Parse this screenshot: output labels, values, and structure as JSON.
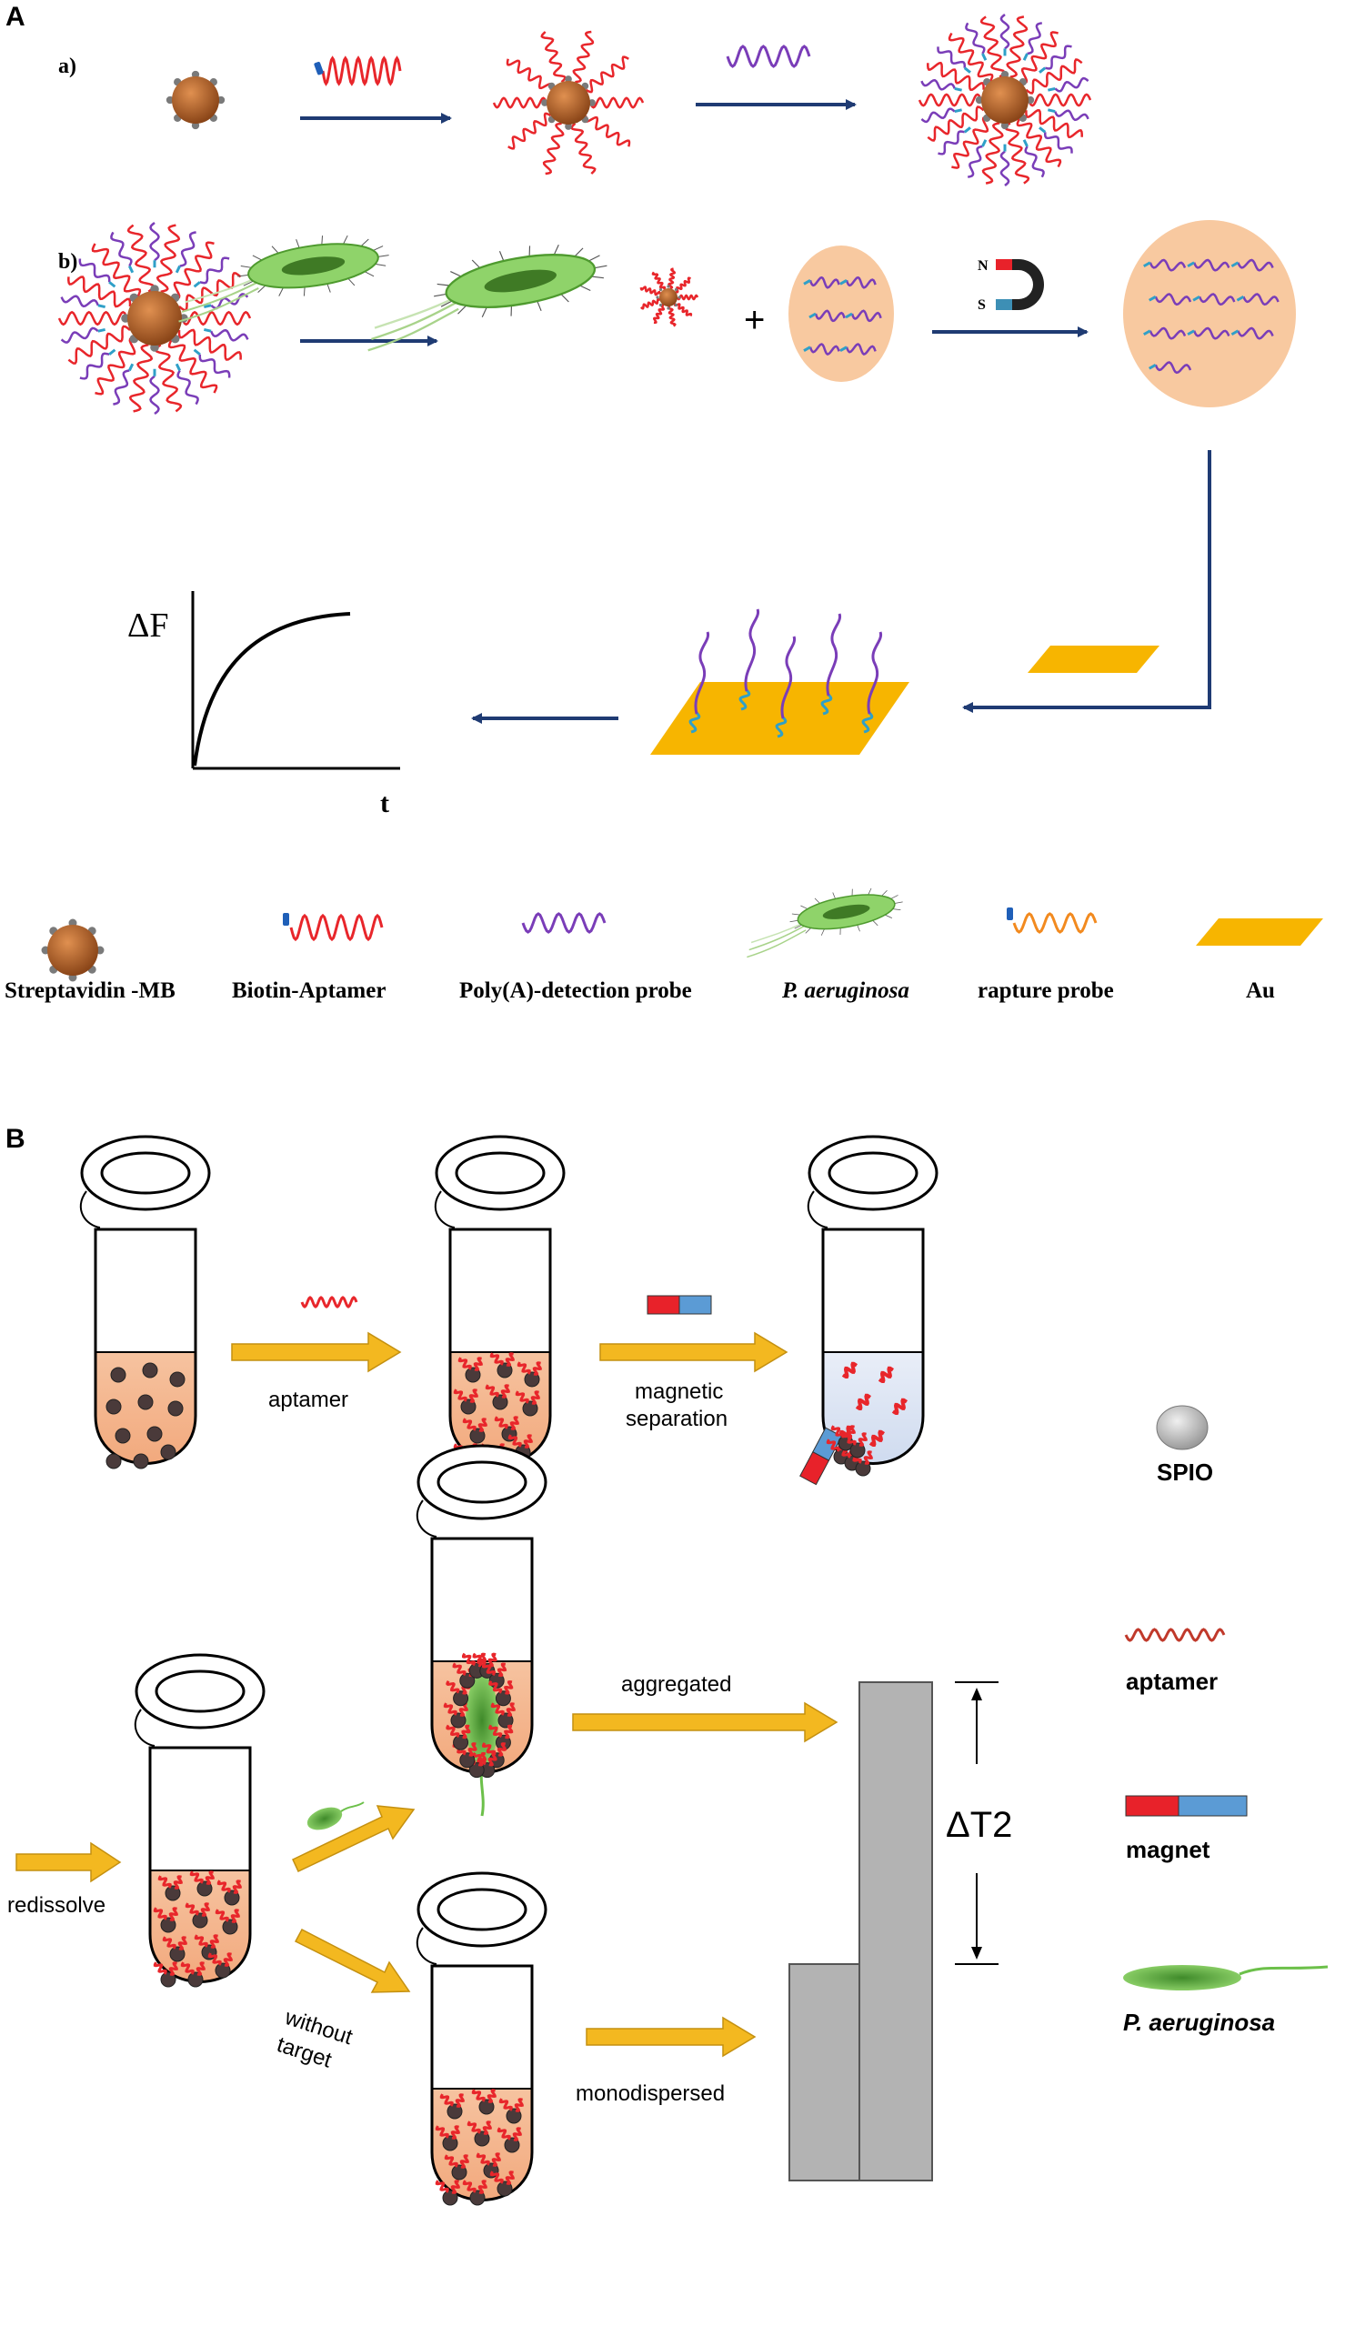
{
  "panel_a": {
    "label": "A",
    "step_a_label": "a)",
    "step_b_label": "b)",
    "magnet_n": "N",
    "magnet_s": "S",
    "plus": "+",
    "graph_ylabel": "ΔF",
    "graph_xlabel": "t",
    "legend": [
      {
        "label": "Streptavidin -MB",
        "icon": "streptavidin-bead-icon"
      },
      {
        "label": "Biotin-Aptamer",
        "icon": "biotin-aptamer-icon"
      },
      {
        "label": "Poly(A)-detection probe",
        "icon": "detection-probe-icon"
      },
      {
        "label": "P. aeruginosa",
        "icon": "bacterium-icon",
        "italic": true
      },
      {
        "label": "rapture probe",
        "icon": "capture-probe-icon"
      },
      {
        "label": "Au",
        "icon": "gold-surface-icon"
      }
    ]
  },
  "panel_b": {
    "label": "B",
    "aptamer_label": "aptamer",
    "magnetic_label_1": "magnetic",
    "magnetic_label_2": "separation",
    "aggregated_label": "aggregated",
    "redissolve_label": "redissolve",
    "without_label_1": "without",
    "without_label_2": "target",
    "monodispersed_label": "monodispersed",
    "delta_t2_label": "ΔT2",
    "legend": [
      {
        "label": "SPIO",
        "icon": "spio-icon",
        "italic": false
      },
      {
        "label": "aptamer",
        "icon": "aptamer-icon",
        "italic": false
      },
      {
        "label": "magnet",
        "icon": "magnet-icon",
        "italic": false
      },
      {
        "label": "P. aeruginosa",
        "icon": "bacterium-icon",
        "italic": true
      }
    ]
  },
  "colors": {
    "arrow_blue": "#1f3b73",
    "arrow_yellow": "#f3b820",
    "bead_brown": "#b8642a",
    "aptamer_red": "#e8262b",
    "probe_purple": "#7a3db8",
    "peach": "#f8c9a0",
    "gold": "#f7b500",
    "bacterium_green": "#6cc04a",
    "magnet_red": "#e8222a",
    "magnet_blue": "#5b9bd5",
    "bar_grey": "#b3b3b3"
  }
}
